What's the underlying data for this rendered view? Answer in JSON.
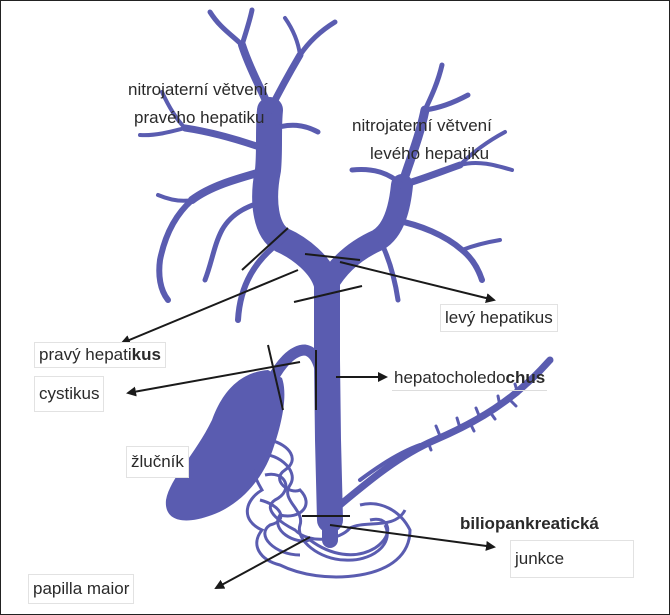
{
  "colors": {
    "duct": "#5a5cb0",
    "arrow": "#1a1a1a",
    "text": "#2a2a2a"
  },
  "labels": {
    "right_branching_line1": "nitrojaterní větvení",
    "right_branching_line2": "pravého hepatiku",
    "left_branching_line1": "nitrojaterní větvení",
    "left_branching_line2": "levého hepatiku",
    "left_hepatic": "levý hepatikus",
    "right_hepatic_a": "pravý hepati",
    "right_hepatic_b": "kus",
    "cystic": "cystikus",
    "common_duct_a": "hepatocholedo",
    "common_duct_b": "chus",
    "gallbladder": "žlučník",
    "junction_line1": "biliopankreatická",
    "junction_line2": "junkce",
    "papilla": "papilla maior"
  }
}
